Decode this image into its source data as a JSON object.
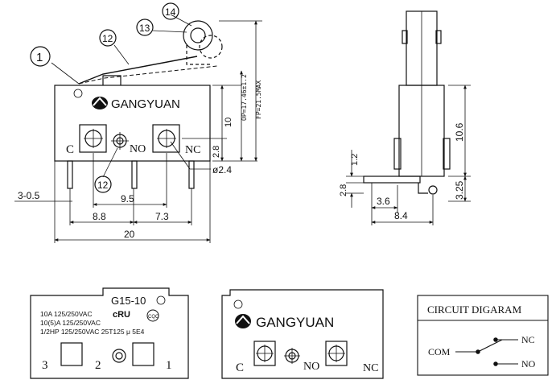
{
  "front_view": {
    "callouts": [
      "1",
      "12",
      "13",
      "14",
      "12"
    ],
    "brand": "GANGYUAN",
    "terminal_labels": {
      "c": "C",
      "no": "NO",
      "nc": "NC"
    },
    "dims": {
      "dim_3_05": "3-0.5",
      "dim_9_5": "9.5",
      "dim_8_8": "8.8",
      "dim_7_3": "7.3",
      "dim_20": "20",
      "dim_10": "10",
      "dim_2_8": "2.8",
      "dim_hole": "ø2.4",
      "op": "OP=17.46±1.2",
      "fp": "FP=21.5MAX"
    }
  },
  "side_view": {
    "dims": {
      "dim_10_6": "10.6",
      "dim_1_2": "1.2",
      "dim_2_8": "2.8",
      "dim_3_25": "3.25",
      "dim_3_6": "3.6",
      "dim_8_4": "8.4"
    }
  },
  "label_plate": {
    "model": "G15-10",
    "ratings": [
      "10A 125/250VAC",
      "10(5)A 125/250VAC",
      "1/2HP 125/250VAC 25T125 μ 5E4"
    ],
    "terminals": [
      "3",
      "2",
      "1"
    ]
  },
  "brand_plate": {
    "brand": "GANGYUAN",
    "terminals": {
      "c": "C",
      "no": "NO",
      "nc": "NC"
    }
  },
  "circuit": {
    "title": "CIRCUIT DIGARAM",
    "com": "COM",
    "nc": "NC",
    "no": "NO"
  }
}
